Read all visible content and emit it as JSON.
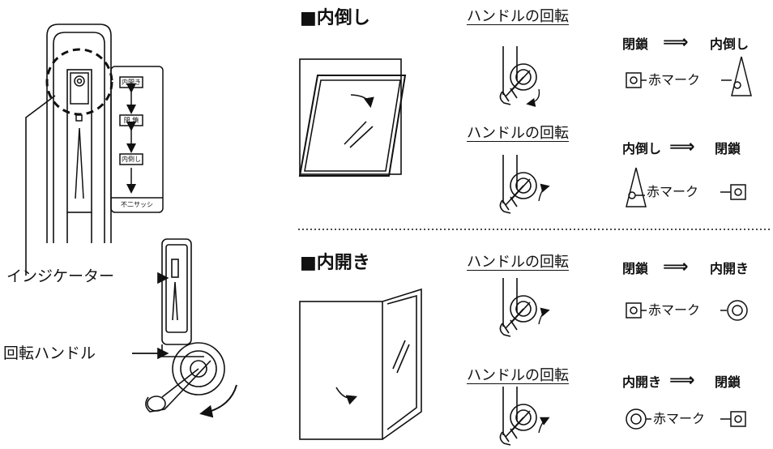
{
  "labels": {
    "indicator": "インジケーター",
    "handle": "回転ハンドル"
  },
  "plate": {
    "open": "内開き",
    "closed": "閉 鎖",
    "tilt": "内倒し",
    "brand": "不二サッシ"
  },
  "sections": [
    {
      "title": "■内倒し",
      "rotations": [
        {
          "heading": "ハンドルの回転",
          "from": "閉鎖",
          "to": "内倒し",
          "mark": "赤マーク"
        },
        {
          "heading": "ハンドルの回転",
          "from": "内倒し",
          "to": "閉鎖",
          "mark": "赤マーク"
        }
      ]
    },
    {
      "title": "■内開き",
      "rotations": [
        {
          "heading": "ハンドルの回転",
          "from": "閉鎖",
          "to": "内開き",
          "mark": "赤マーク"
        },
        {
          "heading": "ハンドルの回転",
          "from": "内開き",
          "to": "閉鎖",
          "mark": "赤マーク"
        }
      ]
    }
  ],
  "arrow_glyph": "⟹"
}
